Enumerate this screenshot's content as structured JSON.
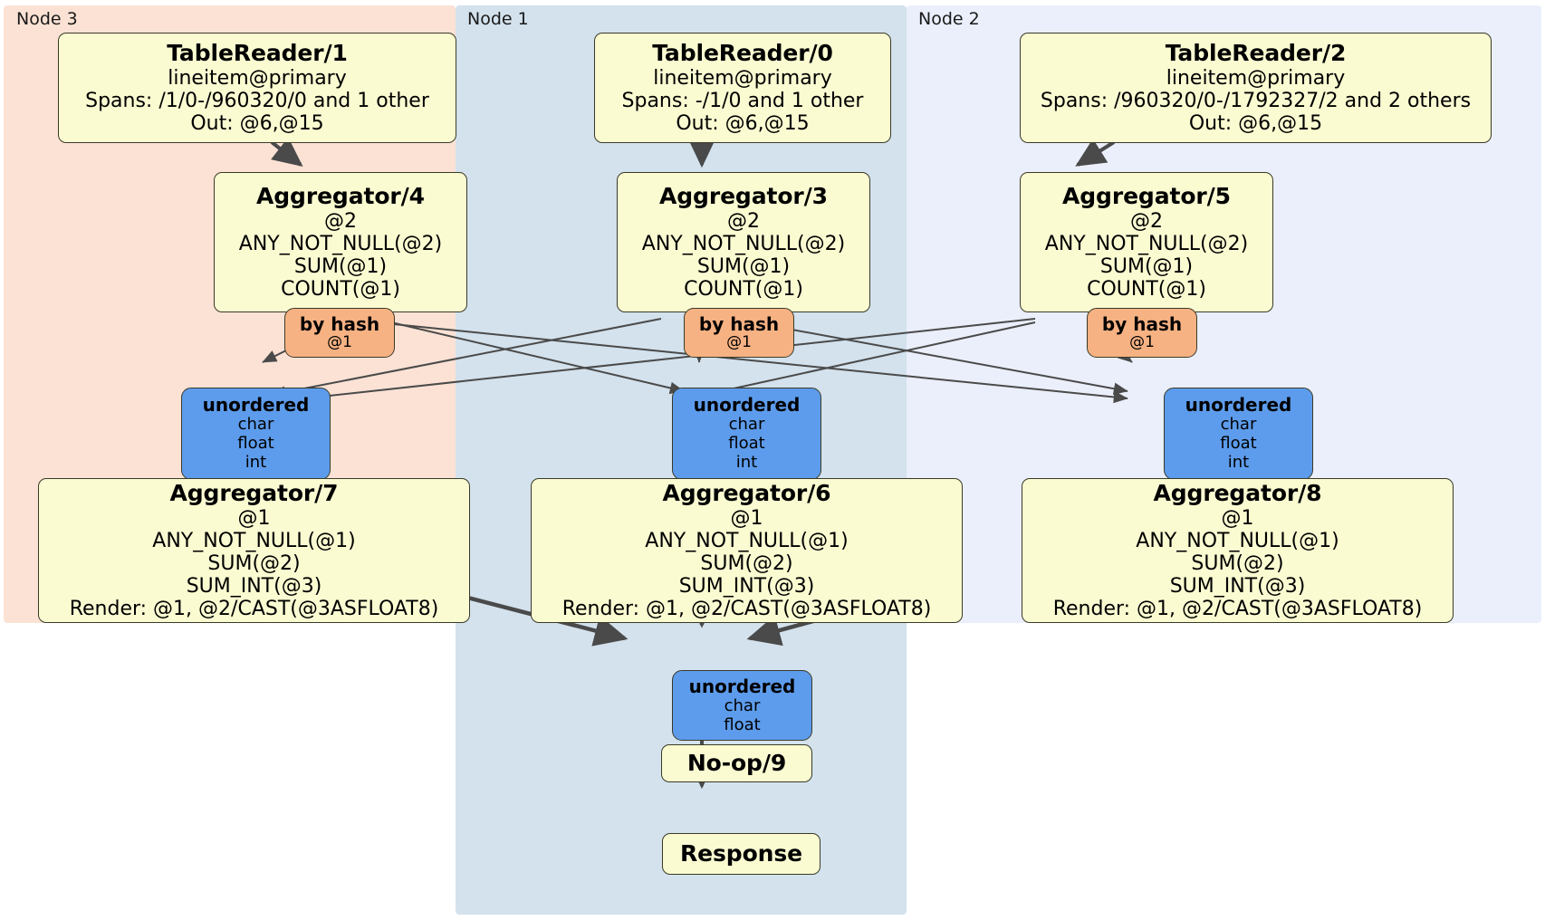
{
  "diagram": {
    "title": "Distributed query plan",
    "colors": {
      "node3_panel": "#fbe2d5",
      "node1_panel": "#d3e2ed",
      "node2_panel": "#eaeffb",
      "processor_fill": "#fbfbd2",
      "router_fill": "#f7b283",
      "stream_fill": "#5d9cec",
      "edge": "#4a4a4a",
      "border": "#3a3a28"
    }
  },
  "panels": [
    {
      "id": "node3",
      "label": "Node 3"
    },
    {
      "id": "node1",
      "label": "Node 1"
    },
    {
      "id": "node2",
      "label": "Node 2"
    }
  ],
  "processors": {
    "tablereader1": {
      "title": "TableReader/1",
      "lines": [
        "lineitem@primary",
        "Spans: /1/0-/960320/0 and 1 other",
        "Out: @6,@15"
      ]
    },
    "tablereader0": {
      "title": "TableReader/0",
      "lines": [
        "lineitem@primary",
        "Spans: -/1/0 and 1 other",
        "Out: @6,@15"
      ]
    },
    "tablereader2": {
      "title": "TableReader/2",
      "lines": [
        "lineitem@primary",
        "Spans: /960320/0-/1792327/2 and 2 others",
        "Out: @6,@15"
      ]
    },
    "aggregator4": {
      "title": "Aggregator/4",
      "lines": [
        "@2",
        "ANY_NOT_NULL(@2)",
        "SUM(@1)",
        "COUNT(@1)"
      ]
    },
    "aggregator3": {
      "title": "Aggregator/3",
      "lines": [
        "@2",
        "ANY_NOT_NULL(@2)",
        "SUM(@1)",
        "COUNT(@1)"
      ]
    },
    "aggregator5": {
      "title": "Aggregator/5",
      "lines": [
        "@2",
        "ANY_NOT_NULL(@2)",
        "SUM(@1)",
        "COUNT(@1)"
      ]
    },
    "aggregator7": {
      "title": "Aggregator/7",
      "lines": [
        "@1",
        "ANY_NOT_NULL(@1)",
        "SUM(@2)",
        "SUM_INT(@3)",
        "Render: @1, @2/CAST(@3ASFLOAT8)"
      ]
    },
    "aggregator6": {
      "title": "Aggregator/6",
      "lines": [
        "@1",
        "ANY_NOT_NULL(@1)",
        "SUM(@2)",
        "SUM_INT(@3)",
        "Render: @1, @2/CAST(@3ASFLOAT8)"
      ]
    },
    "aggregator8": {
      "title": "Aggregator/8",
      "lines": [
        "@1",
        "ANY_NOT_NULL(@1)",
        "SUM(@2)",
        "SUM_INT(@3)",
        "Render: @1, @2/CAST(@3ASFLOAT8)"
      ]
    },
    "noop9": {
      "title": "No-op/9",
      "lines": []
    },
    "response": {
      "title": "Response",
      "lines": []
    }
  },
  "routers": {
    "byhash_left": {
      "title": "by hash",
      "lines": [
        "@1"
      ]
    },
    "byhash_mid": {
      "title": "by hash",
      "lines": [
        "@1"
      ]
    },
    "byhash_right": {
      "title": "by hash",
      "lines": [
        "@1"
      ]
    }
  },
  "streams": {
    "unordered_left": {
      "title": "unordered",
      "lines": [
        "char",
        "float",
        "int"
      ]
    },
    "unordered_mid": {
      "title": "unordered",
      "lines": [
        "char",
        "float",
        "int"
      ]
    },
    "unordered_right": {
      "title": "unordered",
      "lines": [
        "char",
        "float",
        "int"
      ]
    },
    "unordered_final": {
      "title": "unordered",
      "lines": [
        "char",
        "float"
      ]
    }
  }
}
